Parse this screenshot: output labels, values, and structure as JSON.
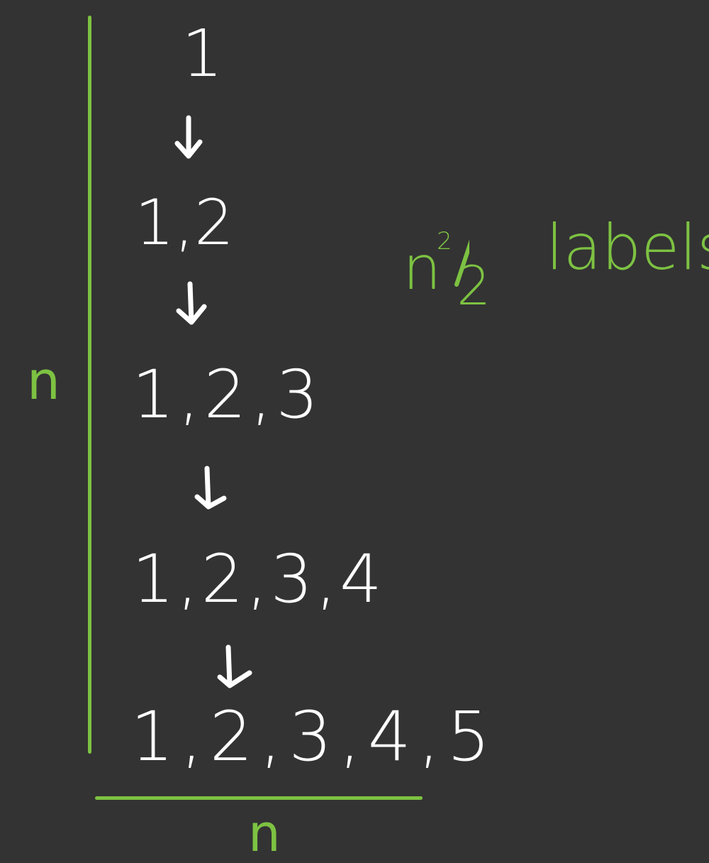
{
  "colors": {
    "background": "#333333",
    "ink": "#FFFFFF",
    "accent": "#7DC242"
  },
  "sequence": [
    {
      "label": "1"
    },
    {
      "label": "1,2"
    },
    {
      "label": "1,2,3"
    },
    {
      "label": "1,2,3,4"
    },
    {
      "label": "1,2,3,4,5"
    }
  ],
  "arrow_glyph": "↓",
  "annotations": {
    "height_label": "n",
    "width_label": "n",
    "count_base": "n",
    "count_exponent": "2",
    "count_denominator": "2",
    "count_word": "labels"
  }
}
